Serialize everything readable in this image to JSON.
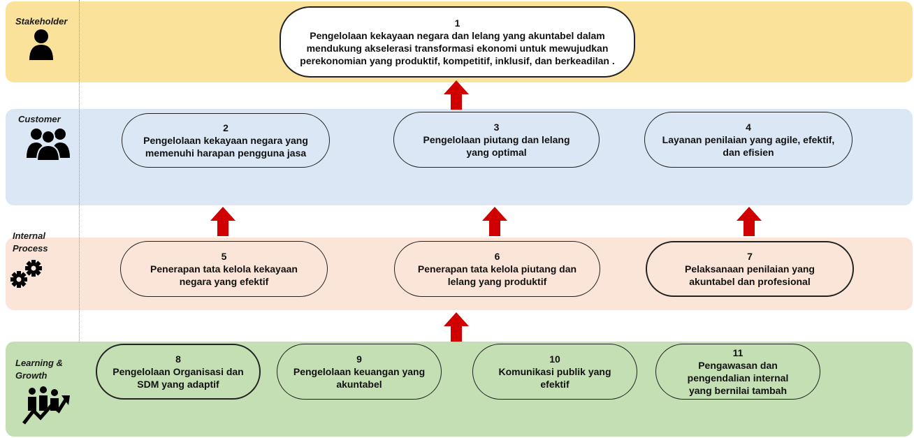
{
  "perspectives": {
    "stakeholder": "Stakeholder",
    "customer": "Customer",
    "internal_line1": "Internal",
    "internal_line2": "Process",
    "learning_line1": "Learning &",
    "learning_line2": "Growth"
  },
  "objectives": [
    {
      "num": "1",
      "text": "Pengelolaan kekayaan negara dan lelang yang akuntabel dalam mendukung akselerasi transformasi ekonomi untuk mewujudkan perekonomian yang produktif, kompetitif, inklusif, dan berkeadilan ."
    },
    {
      "num": "2",
      "text": "Pengelolaan kekayaan negara yang memenuhi harapan pengguna jasa"
    },
    {
      "num": "3",
      "text": "Pengelolaan piutang dan lelang yang optimal"
    },
    {
      "num": "4",
      "text": "Layanan penilaian yang agile, efektif, dan efisien"
    },
    {
      "num": "5",
      "text": "Penerapan tata kelola kekayaan negara yang efektif"
    },
    {
      "num": "6",
      "text": "Penerapan tata kelola piutang dan lelang yang produktif"
    },
    {
      "num": "7",
      "text": "Pelaksanaan penilaian yang akuntabel dan profesional"
    },
    {
      "num": "8",
      "text": "Pengelolaan Organisasi dan SDM yang adaptif"
    },
    {
      "num": "9",
      "text": "Pengelolaan keuangan yang akuntabel"
    },
    {
      "num": "10",
      "text": "Komunikasi publik yang efektif"
    },
    {
      "num": "11",
      "text": "Pengawasan dan pengendalian internal yang bernilai tambah"
    }
  ],
  "colors": {
    "stakeholder_band": "#fbe29b",
    "customer_band": "#dbe7f4",
    "internal_band": "#fbe5d8",
    "learning_band": "#c4dfb3",
    "arrow": "#d00000"
  },
  "icons": [
    "person-icon",
    "group-icon",
    "gears-icon",
    "growth-icon",
    "up-arrow-icon"
  ]
}
